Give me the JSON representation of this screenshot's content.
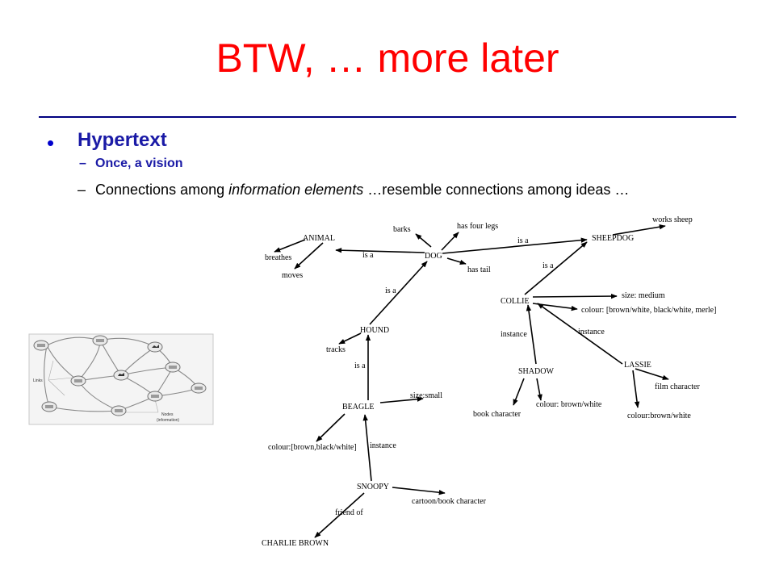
{
  "slide": {
    "title": "BTW, … more later",
    "bullet": "Hypertext",
    "sub1": "Once, a vision",
    "sub2_a": "Connections among ",
    "sub2_em": "information elements",
    "sub2_b": " …resemble connections among ideas …",
    "dash": "–",
    "bullet_glyph": "•"
  },
  "mini_diagram": {
    "links_label": "Links",
    "nodes_label_1": "Nodes",
    "nodes_label_2": "(information)"
  },
  "network": {
    "nodes": {
      "animal": "ANIMAL",
      "dog": "DOG",
      "sheepdog": "SHEEPDOG",
      "collie": "COLLIE",
      "hound": "HOUND",
      "beagle": "BEAGLE",
      "snoopy": "SNOOPY",
      "charlie": "CHARLIE BROWN",
      "shadow": "SHADOW",
      "lassie": "LASSIE",
      "barks": "barks",
      "four_legs": "has four legs",
      "has_tail": "has tail",
      "breathes": "breathes",
      "moves": "moves",
      "works_sheep": "works sheep",
      "tracks": "tracks",
      "size_medium": "size: medium",
      "colour_collie": "colour: [brown/white, black/white, merle]",
      "size_small": "size:small",
      "colour_beagle": "colour:[brown,black/white]",
      "cartoon": "cartoon/book character",
      "book_char": "book character",
      "colour_shadow": "colour: brown/white",
      "film_char": "film character",
      "colour_lassie": "colour:brown/white"
    },
    "edges": {
      "dog_animal": "is a",
      "dog_sheepdog": "is a",
      "collie_sheepdog": "is a",
      "hound_dog": "is a",
      "beagle_hound": "is a",
      "shadow_collie": "instance",
      "lassie_collie": "instance",
      "snoopy_beagle": "instance",
      "snoopy_charlie": "friend of"
    }
  }
}
